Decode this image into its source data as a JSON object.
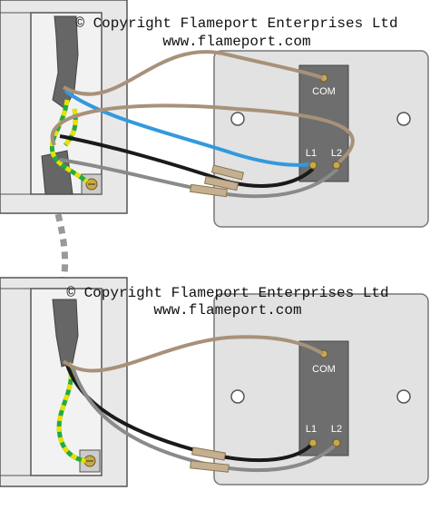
{
  "diagram": {
    "panels": [
      {
        "copyright": "© Copyright Flameport Enterprises Ltd",
        "website": "www.flameport.com",
        "terminals": {
          "com": "COM",
          "l1": "L1",
          "l2": "L2"
        }
      },
      {
        "copyright": "© Copyright Flameport Enterprises Ltd",
        "website": "www.flameport.com",
        "terminals": {
          "com": "COM",
          "l1": "L1",
          "l2": "L2"
        }
      }
    ],
    "colors": {
      "background": "#ffffff",
      "box_outline": "#555555",
      "box_fill": "#e8e8e8",
      "plate_fill": "#e2e2e2",
      "switch_body": "#6e6e6e",
      "cable_sheath": "#666666",
      "wire_brown": "#a8917a",
      "wire_blue": "#3399dd",
      "wire_black": "#1a1a1a",
      "wire_grey": "#8a8a8a",
      "earth_green": "#22aa44",
      "earth_yellow": "#e8e000",
      "link_cable": "#999999",
      "sleeve_tan": "#c4b090",
      "terminal_brass": "#c8a84a"
    }
  }
}
